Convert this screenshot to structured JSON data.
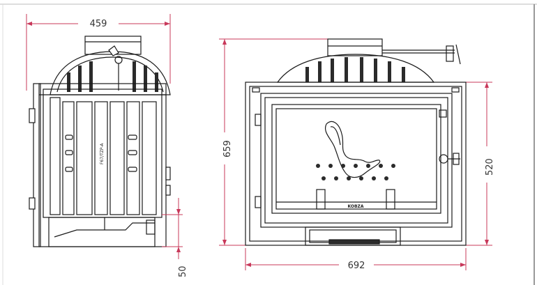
{
  "dimensions": {
    "side_width": "459",
    "total_height": "659",
    "front_width": "692",
    "right_height": "520",
    "bottom_offset": "50"
  },
  "labels": {
    "model_code": "F67/TZP-A",
    "brand": "KOBZA"
  },
  "colors": {
    "dimension_line": "#c8385a",
    "outline": "#1a1a1a",
    "fill_dark": "#2b2b2b",
    "border": "#cccccc"
  }
}
